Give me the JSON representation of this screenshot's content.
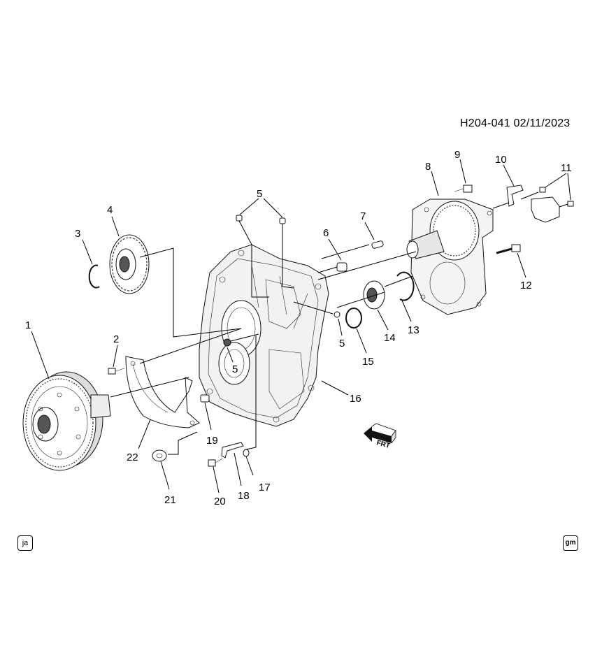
{
  "header": {
    "code": "H204-041",
    "date": "02/11/2023",
    "full": "H204-041 02/11/2023"
  },
  "callouts": [
    {
      "id": "c1",
      "label": "1"
    },
    {
      "id": "c2",
      "label": "2"
    },
    {
      "id": "c3",
      "label": "3"
    },
    {
      "id": "c4",
      "label": "4"
    },
    {
      "id": "c5a",
      "label": "5"
    },
    {
      "id": "c5b",
      "label": "5"
    },
    {
      "id": "c5c",
      "label": "5"
    },
    {
      "id": "c6",
      "label": "6"
    },
    {
      "id": "c7",
      "label": "7"
    },
    {
      "id": "c8",
      "label": "8"
    },
    {
      "id": "c9",
      "label": "9"
    },
    {
      "id": "c10",
      "label": "10"
    },
    {
      "id": "c11",
      "label": "11"
    },
    {
      "id": "c12",
      "label": "12"
    },
    {
      "id": "c13",
      "label": "13"
    },
    {
      "id": "c14",
      "label": "14"
    },
    {
      "id": "c15",
      "label": "15"
    },
    {
      "id": "c16",
      "label": "16"
    },
    {
      "id": "c17",
      "label": "17"
    },
    {
      "id": "c18",
      "label": "18"
    },
    {
      "id": "c19",
      "label": "19"
    },
    {
      "id": "c20",
      "label": "20"
    },
    {
      "id": "c21",
      "label": "21"
    },
    {
      "id": "c22",
      "label": "22"
    }
  ],
  "direction_marker": {
    "label": "FRT",
    "icon": "front-arrow-icon"
  },
  "badges": {
    "left": "ja",
    "right": "gm"
  }
}
